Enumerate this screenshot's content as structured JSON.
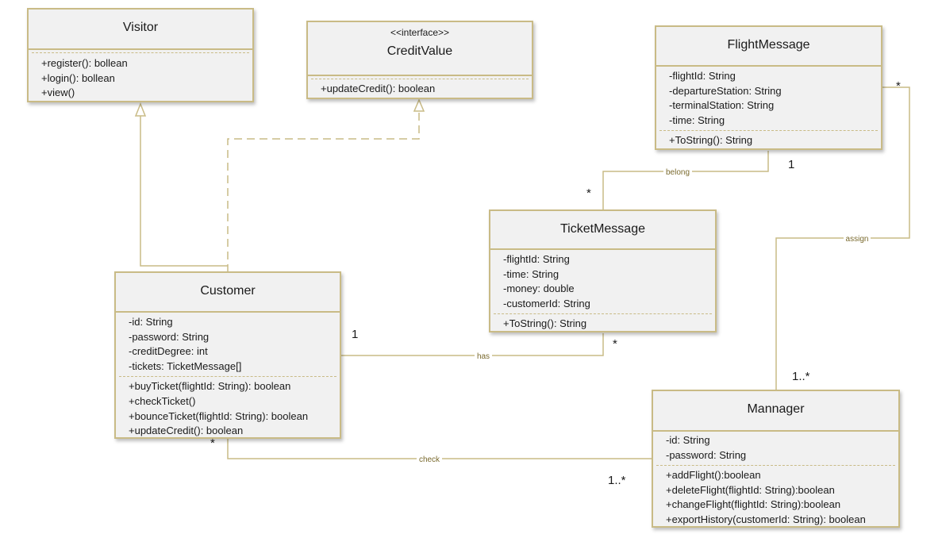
{
  "classes": {
    "visitor": {
      "name": "Visitor",
      "attributes": [],
      "operations": [
        "+register(): bollean",
        "+login(): bollean",
        "+view()"
      ]
    },
    "credit_value": {
      "stereotype": "<<interface>>",
      "name": "CreditValue",
      "attributes": [],
      "operations": [
        "+updateCredit(): boolean"
      ]
    },
    "flight_message": {
      "name": "FlightMessage",
      "attributes": [
        "-flightId: String",
        "-departureStation: String",
        "-terminalStation: String",
        "-time: String"
      ],
      "operations": [
        "+ToString(): String"
      ]
    },
    "ticket_message": {
      "name": "TicketMessage",
      "attributes": [
        "-flightId: String",
        "-time: String",
        "-money: double",
        "-customerId: String"
      ],
      "operations": [
        "+ToString(): String"
      ]
    },
    "customer": {
      "name": "Customer",
      "attributes": [
        "-id: String",
        "-password: String",
        "-creditDegree: int",
        "-tickets: TicketMessage[]"
      ],
      "operations": [
        "+buyTicket(flightId: String): boolean",
        "+checkTicket()",
        "+bounceTicket(flightId: String): boolean",
        "+updateCredit(): boolean"
      ]
    },
    "mannager": {
      "name": "Mannager",
      "attributes": [
        "-id: String",
        "-password: String"
      ],
      "operations": [
        "+addFlight():boolean",
        "+deleteFlight(flightId: String):boolean",
        "+changeFlight(flightId: String):boolean",
        "+exportHistory(customerId: String): boolean"
      ]
    }
  },
  "associations": {
    "belong": {
      "label": "belong",
      "flight_mult": "1",
      "ticket_mult": "*"
    },
    "assign": {
      "label": "assign",
      "flight_mult": "*",
      "manager_mult": "1..*"
    },
    "has": {
      "label": "has",
      "customer_mult": "1",
      "ticket_mult": "*"
    },
    "check": {
      "label": "check",
      "customer_mult": "*",
      "manager_mult": "1..*"
    }
  },
  "colors": {
    "border": "#c9bb86",
    "fill": "#f1f1f1",
    "line": "#c9bb86",
    "label": "#7a6a2e"
  }
}
